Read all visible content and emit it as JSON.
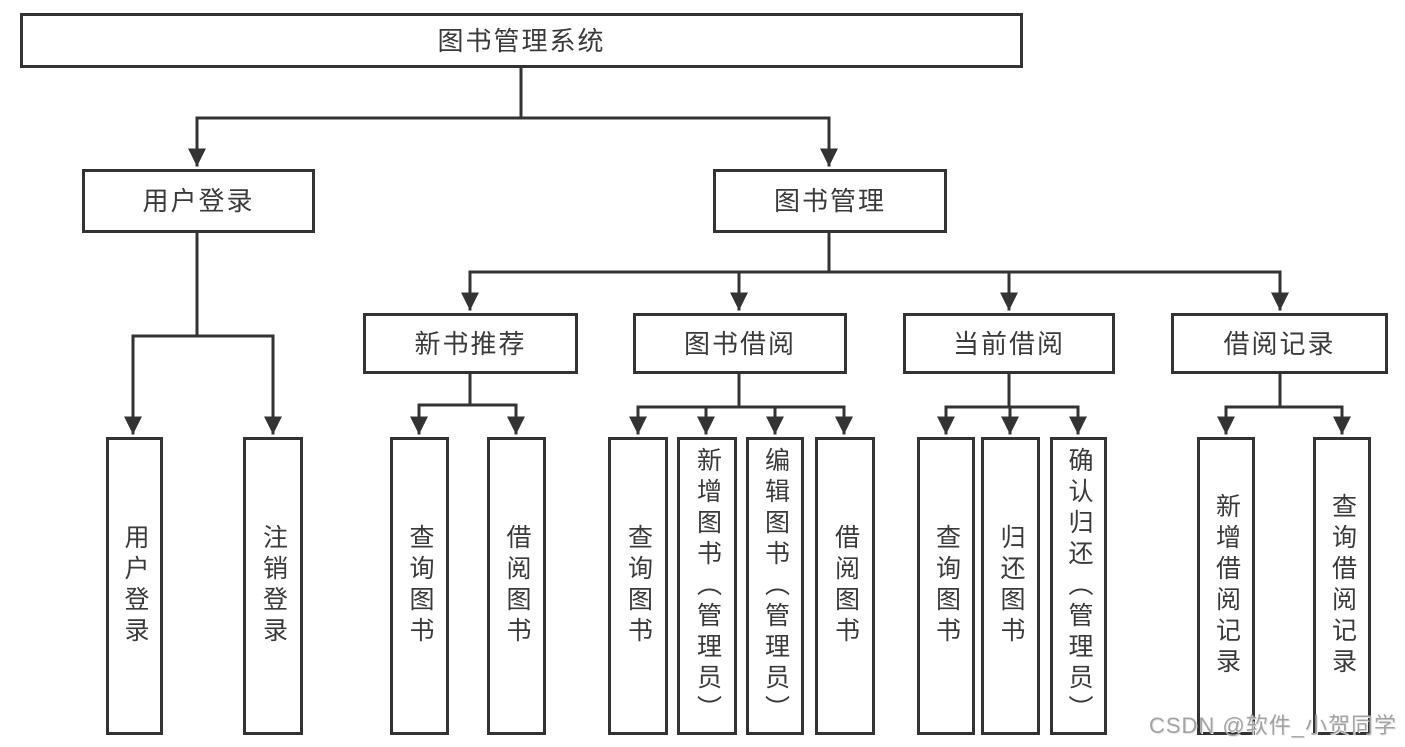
{
  "diagram_type": "hierarchy-flowchart",
  "colors": {
    "line": "#333333",
    "box_border": "#333333",
    "text": "#3a3a3a",
    "background": "#ffffff",
    "watermark": "#a3a3a3"
  },
  "tree": {
    "root": "图书管理系统",
    "children": [
      {
        "label": "用户登录",
        "children": [
          {
            "label": "用户登录"
          },
          {
            "label": "注销登录"
          }
        ]
      },
      {
        "label": "图书管理",
        "children": [
          {
            "label": "新书推荐",
            "children": [
              {
                "label": "查询图书"
              },
              {
                "label": "借阅图书"
              }
            ]
          },
          {
            "label": "图书借阅",
            "children": [
              {
                "label": "查询图书"
              },
              {
                "label": "新增图书（管理员）"
              },
              {
                "label": "编辑图书（管理员）"
              },
              {
                "label": "借阅图书"
              }
            ]
          },
          {
            "label": "当前借阅",
            "children": [
              {
                "label": "查询图书"
              },
              {
                "label": "归还图书"
              },
              {
                "label": "确认归还（管理员）"
              }
            ]
          },
          {
            "label": "借阅记录",
            "children": [
              {
                "label": "新增借阅记录"
              },
              {
                "label": "查询借阅记录"
              }
            ]
          }
        ]
      }
    ]
  },
  "watermark": "CSDN @软件_小贺同学"
}
